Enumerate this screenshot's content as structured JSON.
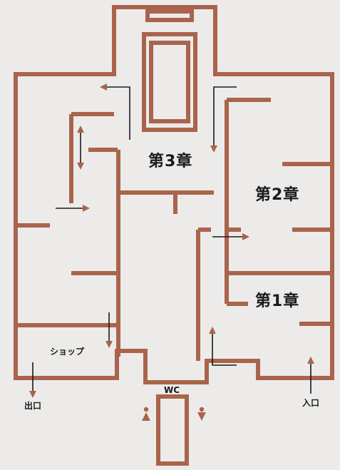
{
  "floorplan": {
    "colors": {
      "wall": "#a9644b",
      "arrow": "#a9644b",
      "background": "#ecebea",
      "text": "#1a1a1a",
      "faded_text": "#b7b4b3",
      "restroom_icon": "#a9644b"
    },
    "labels": {
      "chapter1": "第1章",
      "chapter2": "第2章",
      "chapter3": "第3章",
      "shop": "ショップ",
      "exit": "出口",
      "entrance": "入口",
      "restroom": "WC"
    },
    "icons": [
      "arrow-left-icon",
      "arrow-down-icon",
      "arrow-right-icon",
      "arrow-up-icon",
      "double-arrow-icon",
      "male-restroom-icon",
      "female-restroom-icon"
    ]
  }
}
